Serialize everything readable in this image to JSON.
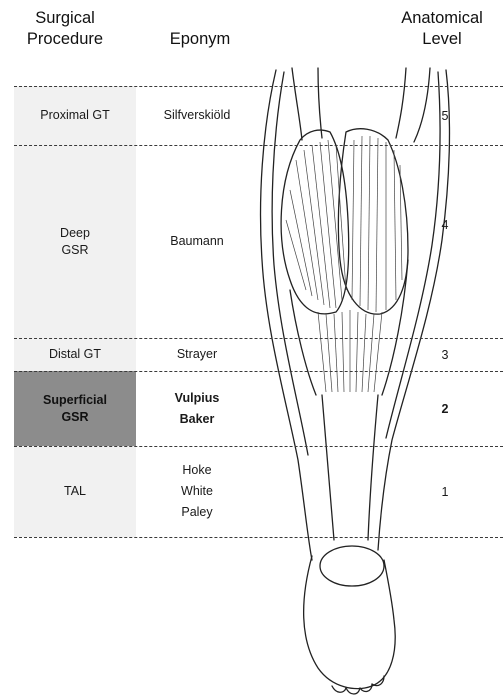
{
  "headers": {
    "procedure": [
      "Surgical",
      "Procedure"
    ],
    "eponym": "Eponym",
    "level": [
      "Anatomical",
      "Level"
    ]
  },
  "rows": [
    {
      "procedure": [
        "Proximal GT"
      ],
      "eponyms": [
        "Silfverskiöld"
      ],
      "level": "5",
      "highlight": false
    },
    {
      "procedure": [
        "Deep",
        "GSR"
      ],
      "eponyms": [
        "Baumann"
      ],
      "level": "4",
      "highlight": false
    },
    {
      "procedure": [
        "Distal GT"
      ],
      "eponyms": [
        "Strayer"
      ],
      "level": "3",
      "highlight": false
    },
    {
      "procedure": [
        "Superficial",
        "GSR"
      ],
      "eponyms": [
        "Vulpius",
        "Baker"
      ],
      "level": "2",
      "highlight": true
    },
    {
      "procedure": [
        "TAL"
      ],
      "eponyms": [
        "Hoke",
        "White",
        "Paley"
      ],
      "level": "1",
      "highlight": false
    }
  ],
  "colors": {
    "band_fill": "#f1f1f1",
    "highlight_fill": "#8c8c8c",
    "line": "#3a3a3a"
  }
}
